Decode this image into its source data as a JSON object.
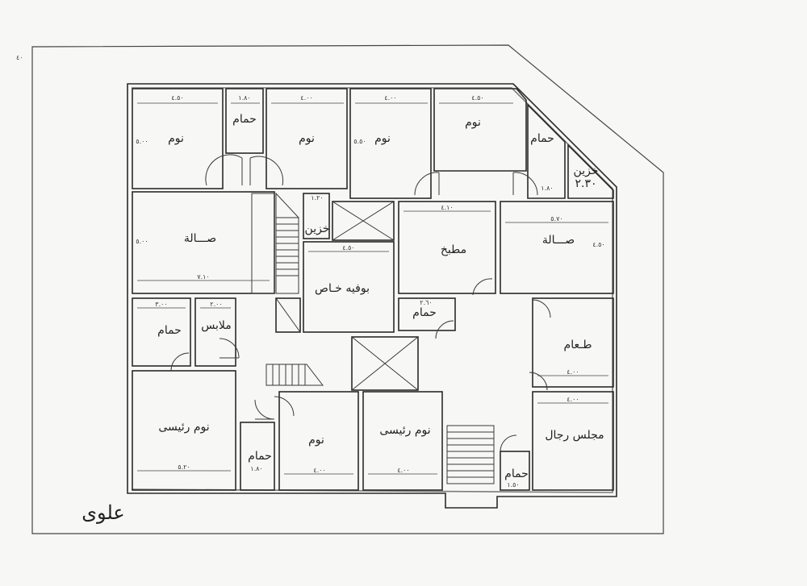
{
  "corner_mark": "٤٠",
  "floor_name": "علوى",
  "rooms": {
    "bed1": {
      "label": "نوم",
      "width": "٤.٥٠",
      "height": "٥.٠٠"
    },
    "bath1": {
      "label": "حمام",
      "width": "١.٨٠"
    },
    "bed2": {
      "label": "نوم",
      "width": "٤.٠٠"
    },
    "bed3": {
      "label": "نوم",
      "width": "٤.٠٠",
      "height": "٥.٥٠"
    },
    "bed4": {
      "label": "نوم",
      "width": "٤.٥٠"
    },
    "bath2": {
      "label": "حمام",
      "width": "١.٨٠"
    },
    "store1": {
      "label": "خزين",
      "width": "٢.٣٠"
    },
    "hall1": {
      "label": "صـــالة",
      "width": "٧.١٠",
      "height": "٥.٠٠"
    },
    "store2": {
      "label": "خزين",
      "width": "١.٢٠"
    },
    "buffet": {
      "label": "بوفيه خـاص",
      "width": "٤.٥٠"
    },
    "kitchen": {
      "label": "مطبخ",
      "width": "٤.١٠"
    },
    "hall2": {
      "label": "صـــالة",
      "width": "٥.٧٠",
      "height": "٤.٥٠"
    },
    "bath3": {
      "label": "حمام",
      "width": "٣.٠٠"
    },
    "dressing": {
      "label": "ملابس",
      "width": "٢.٠٠"
    },
    "bath4": {
      "label": "حمام",
      "width": "٢.٦٠"
    },
    "dining": {
      "label": "طـعام",
      "width": "٤.٠٠"
    },
    "master1": {
      "label": "نوم رئيسى",
      "width": "٥.٢٠"
    },
    "bath5": {
      "label": "حمام",
      "width": "١.٨٠"
    },
    "bed5": {
      "label": "نوم",
      "width": "٤.٠٠"
    },
    "master2": {
      "label": "نوم رئيسى",
      "width": "٤.٠٠"
    },
    "majlis": {
      "label": "مجلس رجال",
      "width": "٤.٠٠"
    },
    "bath6": {
      "label": "حمام",
      "width": "١.٥٠"
    }
  }
}
